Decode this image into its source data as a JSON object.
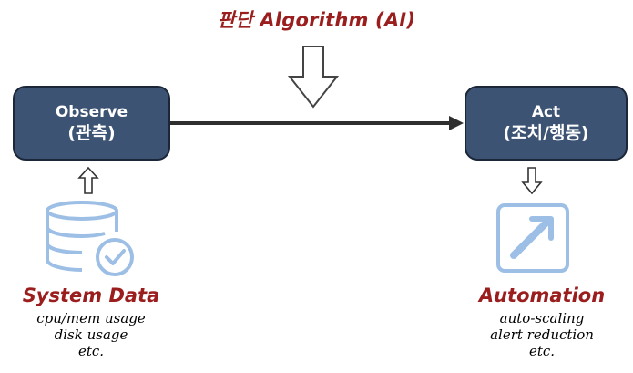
{
  "title": "판단 Algorithm (AI)",
  "observe": {
    "label": "Observe",
    "sublabel": "(관측)"
  },
  "act": {
    "label": "Act",
    "sublabel": "(조치/행동)"
  },
  "system_data": {
    "title": "System Data",
    "lines": [
      "cpu/mem usage",
      "disk usage",
      "etc."
    ],
    "icon": "database-check-icon"
  },
  "automation": {
    "title": "Automation",
    "lines": [
      "auto-scaling",
      "alert reduction",
      "etc."
    ],
    "icon": "expand-arrow-icon"
  },
  "colors": {
    "box_fill": "#3c5373",
    "box_border": "#1b2738",
    "accent_text": "#9b1e1e",
    "icon_blue": "#9dbfe6"
  }
}
